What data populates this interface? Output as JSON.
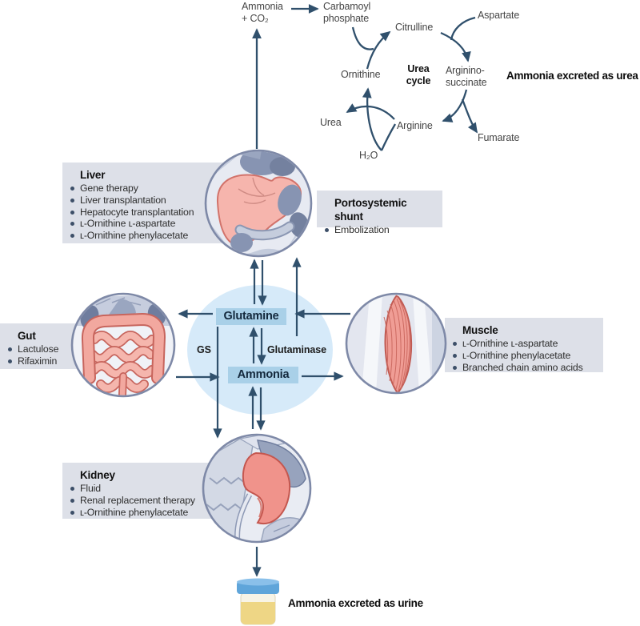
{
  "figure": {
    "urea_cycle": {
      "ammonia_co2": "Ammonia\n+ CO₂",
      "carbamoyl_phosphate": "Carbamoyl\nphosphate",
      "citrulline": "Citrulline",
      "aspartate": "Aspartate",
      "cycle_label": "Urea\ncycle",
      "ornithine": "Ornithine",
      "argininosuccinate": "Arginino-\nsuccinate",
      "arginine": "Arginine",
      "fumarate": "Fumarate",
      "urea": "Urea",
      "h2o": "H₂O",
      "excreted_urea": "Ammonia excreted as urea"
    },
    "center": {
      "glutamine": "Glutamine",
      "ammonia": "Ammonia",
      "gs": "GS",
      "glutaminase": "Glutaminase"
    },
    "boxes": {
      "liver": {
        "title": "Liver",
        "items": [
          "Gene therapy",
          "Liver transplantation",
          "Hepatocyte transplantation",
          "ʟ-Ornithine ʟ-aspartate",
          "ʟ-Ornithine phenylacetate"
        ]
      },
      "shunt": {
        "title": "Portosystemic shunt",
        "items": [
          "Embolization"
        ]
      },
      "gut": {
        "title": "Gut",
        "items": [
          "Lactulose",
          "Rifaximin"
        ]
      },
      "muscle": {
        "title": "Muscle",
        "items": [
          "ʟ-Ornithine ʟ-aspartate",
          "ʟ-Ornithine phenylacetate",
          "Branched chain amino acids"
        ]
      },
      "kidney": {
        "title": "Kidney",
        "items": [
          "Fluid",
          "Renal replacement therapy",
          "ʟ-Ornithine phenylacetate"
        ]
      }
    },
    "excretion": {
      "urine_label": "Ammonia excreted as urine"
    },
    "colors": {
      "arrow": "#30506C",
      "box_bg": "#DDE0E8",
      "center_circle": "#D6EAF9",
      "metabolite_box": "#A9D0E8",
      "organ_pink": "#F5B2AA",
      "urine_yellow": "#EED685"
    }
  }
}
